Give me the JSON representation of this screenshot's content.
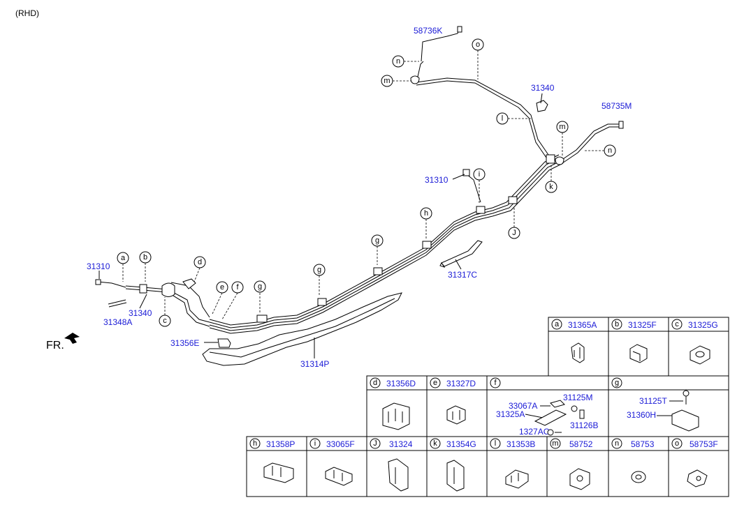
{
  "note": "(RHD)",
  "front_label": "FR.",
  "callouts": {
    "p58736K": "58736K",
    "p58735M": "58735M",
    "p31340_top": "31340",
    "p31310_mid": "31310",
    "p31310_left": "31310",
    "p31340_left": "31340",
    "p31348A": "31348A",
    "p31356E": "31356E",
    "p31314P": "31314P",
    "p31317C": "31317C"
  },
  "letters": {
    "a": "a",
    "b": "b",
    "c": "c",
    "d": "d",
    "e": "e",
    "f": "f",
    "g": "g",
    "h": "h",
    "i": "i",
    "j": "J",
    "k": "k",
    "l": "l",
    "m": "m",
    "n": "n",
    "o": "o"
  },
  "legend": {
    "a": {
      "letter": "a",
      "part": "31365A"
    },
    "b": {
      "letter": "b",
      "part": "31325F"
    },
    "c": {
      "letter": "c",
      "part": "31325G"
    },
    "d": {
      "letter": "d",
      "part": "31356D"
    },
    "e": {
      "letter": "e",
      "part": "31327D"
    },
    "f": {
      "letter": "f",
      "part": "",
      "sub": [
        "31125M",
        "33067A",
        "31325A",
        "31126B",
        "1327AC"
      ]
    },
    "g": {
      "letter": "g",
      "part": "",
      "sub": [
        "31125T",
        "31360H"
      ]
    },
    "h": {
      "letter": "h",
      "part": "31358P"
    },
    "i": {
      "letter": "i",
      "part": "33065F"
    },
    "j": {
      "letter": "J",
      "part": "31324"
    },
    "k": {
      "letter": "k",
      "part": "31354G"
    },
    "l": {
      "letter": "l",
      "part": "31353B"
    },
    "m": {
      "letter": "m",
      "part": "58752"
    },
    "n": {
      "letter": "n",
      "part": "58753"
    },
    "o": {
      "letter": "o",
      "part": "58753F"
    }
  }
}
